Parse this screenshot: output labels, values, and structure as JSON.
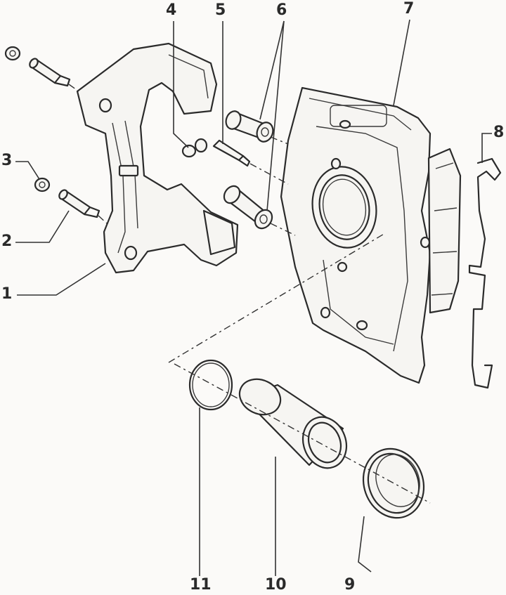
{
  "callouts": {
    "c1": "1",
    "c2": "2",
    "c3": "3",
    "c4": "4",
    "c5": "5",
    "c6": "6",
    "c7": "7",
    "c8": "8",
    "c9": "9",
    "c10": "10",
    "c11": "11"
  },
  "colors": {
    "ink": "#2b2b2b",
    "paper": "#fbfaf8"
  }
}
